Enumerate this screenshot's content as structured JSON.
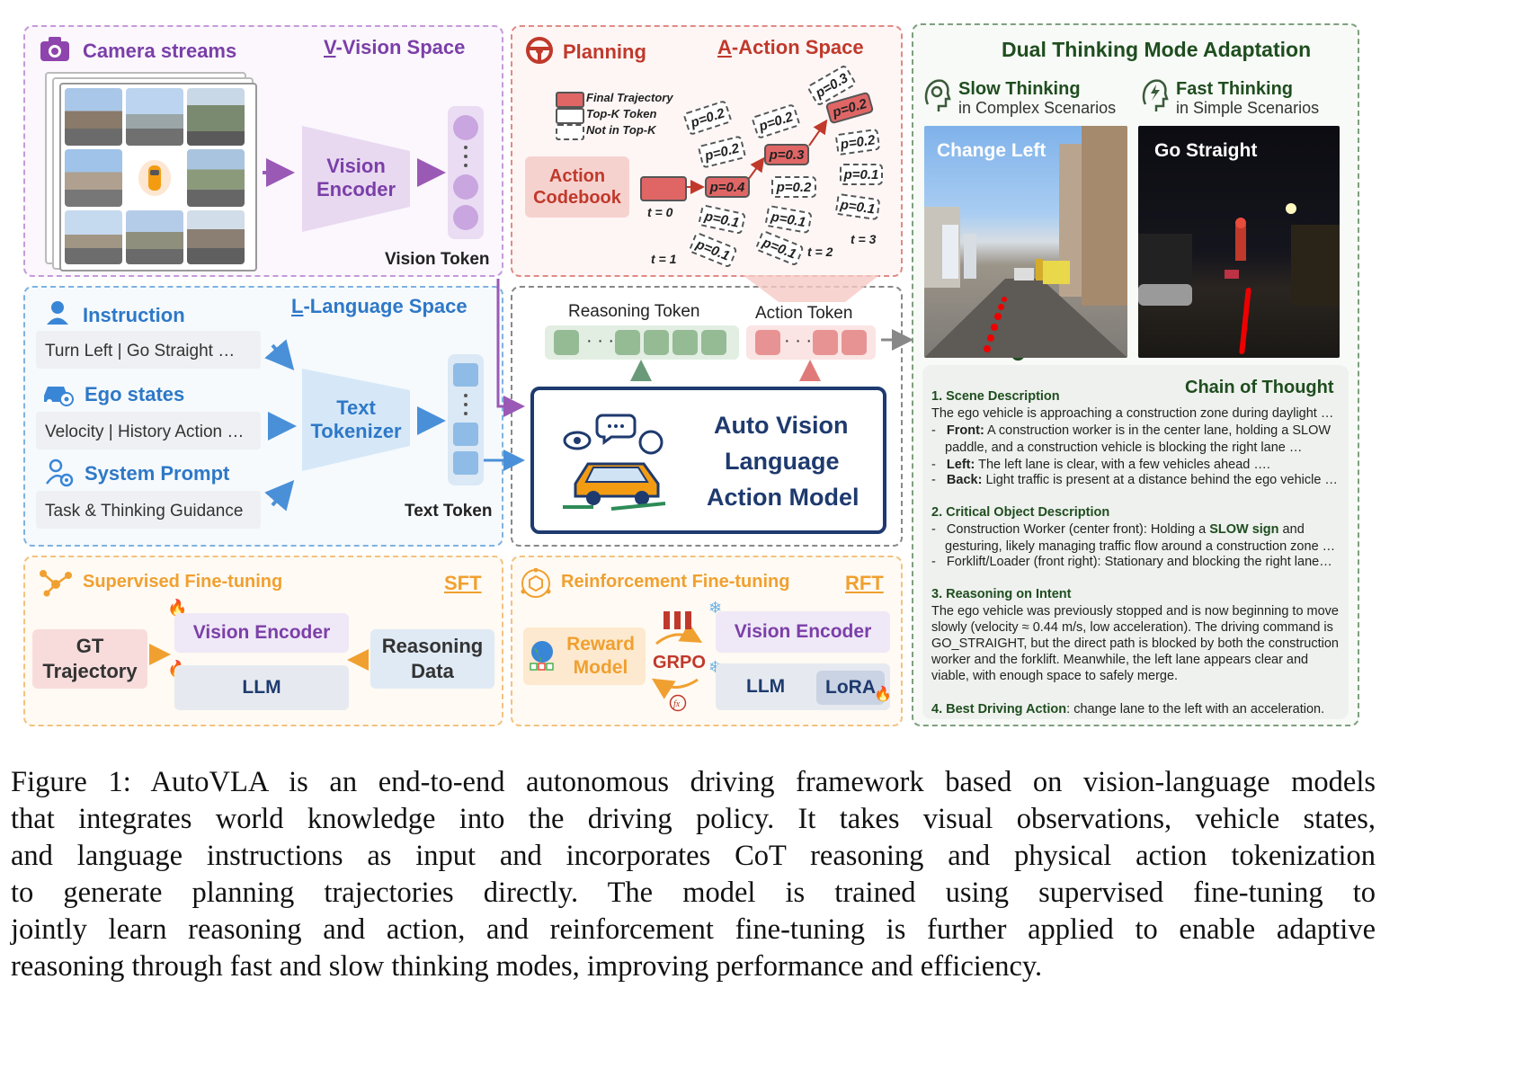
{
  "vision_space": {
    "camera_title": "Camera streams",
    "space_label_v": "V",
    "space_label_rest": "-Vision Space",
    "encoder_label": "Vision\nEncoder",
    "token_label": "Vision Token"
  },
  "action_space": {
    "planning_title": "Planning",
    "space_label_a": "A",
    "space_label_rest": "-Action Space",
    "legend": [
      "Final Trajectory",
      "Top-K Token",
      "Not in Top-K"
    ],
    "codebook_label": "Action\nCodebook",
    "time_labels": [
      "t = 0",
      "t = 1",
      "t = 2",
      "t = 3"
    ],
    "probs": {
      "t1": [
        "p=0.2",
        "p=0.4",
        "p=0.1",
        "p=0.1"
      ],
      "t2": [
        "p=0.2",
        "p=0.3",
        "p=0.2",
        "p=0.1",
        "p=0.1"
      ],
      "t3": [
        "p=0.3",
        "p=0.2",
        "p=0.2",
        "p=0.1",
        "p=0.1"
      ]
    }
  },
  "language_space": {
    "space_label_l": "L",
    "space_label_rest": "-Language Space",
    "instruction_title": "Instruction",
    "instruction_text": "Turn Left | Go Straight …",
    "ego_title": "Ego states",
    "ego_text": "Velocity | History Action …",
    "system_title": "System Prompt",
    "system_text": "Task & Thinking Guidance",
    "tokenizer_label": "Text\nTokenizer",
    "token_label": "Text Token"
  },
  "model": {
    "reasoning_token_label": "Reasoning Token",
    "action_token_label": "Action Token",
    "name_lines": [
      "Auto Vision",
      "Language",
      "Action Model"
    ]
  },
  "sft": {
    "title": "Supervised Fine-tuning",
    "tag": "SFT",
    "gt_label": "GT\nTrajectory",
    "vision_encoder": "Vision Encoder",
    "llm": "LLM",
    "reasoning_data": "Reasoning\nData"
  },
  "rft": {
    "title": "Reinforcement Fine-tuning",
    "tag": "RFT",
    "reward_model": "Reward\nModel",
    "grpo": "GRPO",
    "vision_encoder": "Vision Encoder",
    "llm": "LLM",
    "lora": "LoRA"
  },
  "dual": {
    "title": "Dual Thinking Mode Adaptation",
    "slow_title": "Slow Thinking",
    "slow_sub": "in Complex Scenarios",
    "fast_title": "Fast Thinking",
    "fast_sub": "in Simple Scenarios",
    "img1_label": "Change Left",
    "img2_label": "Go Straight",
    "cot_title": "Chain of Thought",
    "cot": {
      "s1_title": "1. Scene Description",
      "s1_line": "The ego vehicle is approaching a construction zone during daylight …",
      "s1_front_k": "Front:",
      "s1_front_v": " A construction worker is in the center lane, holding a SLOW",
      "s1_front_v2": "paddle, and a construction vehicle is blocking the right lane …",
      "s1_left_k": "Left:",
      "s1_left_v": " The left lane is clear, with a few vehicles ahead ….",
      "s1_back_k": "Back:",
      "s1_back_v": " Light traffic is present at a distance behind the ego vehicle …",
      "s2_title": "2. Critical Object Description",
      "s2_l1a": "Construction Worker (center front): Holding a ",
      "s2_l1b": "SLOW sign",
      "s2_l1c": " and",
      "s2_l2": "gesturing, likely managing traffic flow around a construction zone …",
      "s2_l3": "Forklift/Loader (front right): Stationary and blocking the right lane…",
      "s3_title": "3. Reasoning on Intent",
      "s3_lines": [
        "The ego vehicle was previously stopped and is now beginning to move",
        "slowly (velocity ≈ 0.44 m/s, low acceleration). The driving command is",
        "GO_STRAIGHT, but the direct path is blocked by both the construction",
        "worker and the forklift. Meanwhile, the left lane appears clear and",
        "viable, with enough space to safely merge."
      ],
      "s4_title": "4. Best Driving Action",
      "s4_text": ": change lane to the left with an acceleration."
    }
  },
  "caption": [
    "Figure 1: AutoVLA is an end-to-end autonomous driving framework based on vision-language models",
    "that integrates world knowledge into the driving policy. It takes visual observations, vehicle states,",
    "and language instructions as input and incorporates CoT reasoning and physical action tokenization",
    "to generate planning trajectories directly.  The model is trained using supervised fine-tuning to",
    "jointly learn reasoning and action, and reinforcement fine-tuning is further applied to enable adaptive",
    "reasoning through fast and slow thinking modes, improving performance and efficiency."
  ],
  "colors": {
    "vision": "#7b3fa8",
    "action": "#c0392b",
    "language": "#2e78c7",
    "sft": "#f0a030",
    "dual": "#1f4d1f"
  }
}
